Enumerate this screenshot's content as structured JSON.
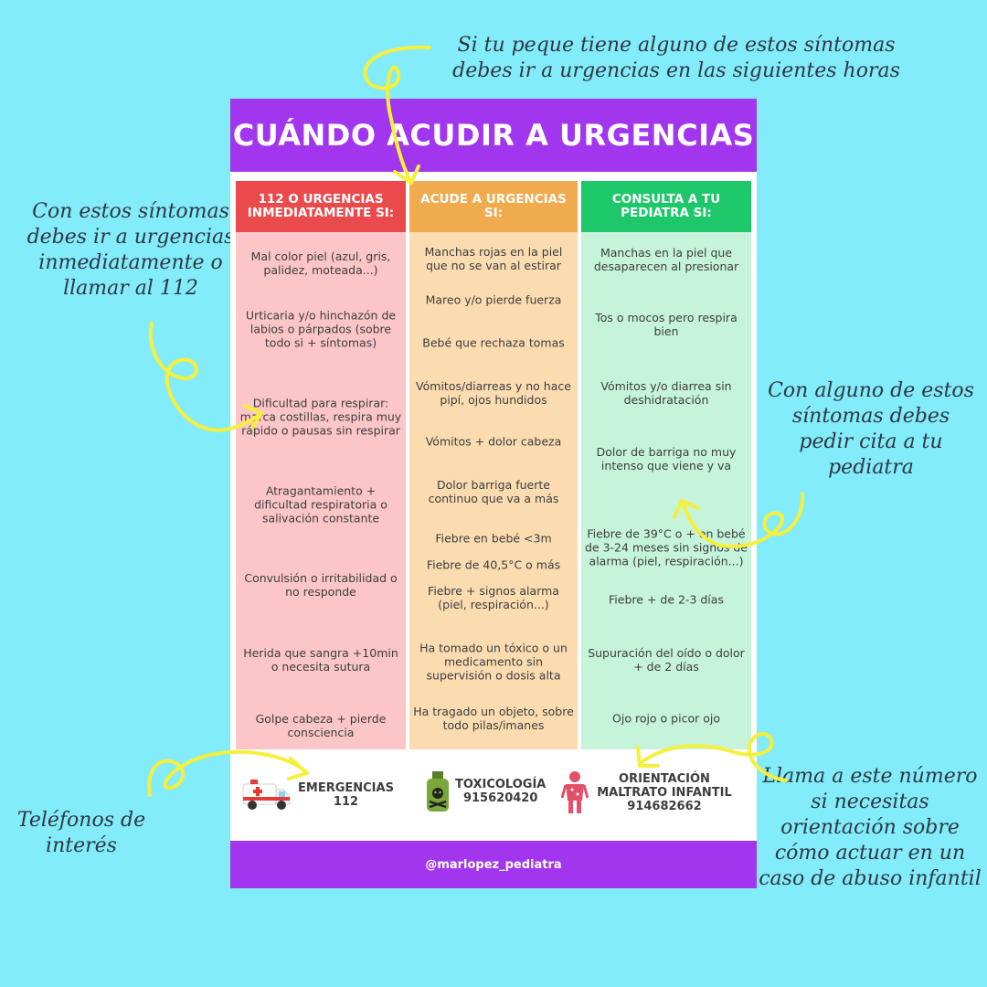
{
  "notes": {
    "top": "Si tu peque tiene alguno de estos síntomas debes ir a urgencias en las siguientes horas",
    "left": "Con estos síntomas debes ir a urgencias inmediatamente o llamar al 112",
    "right": "Con alguno de estos síntomas debes pedir cita a tu pediatra",
    "phones": "Teléfonos de interés",
    "abuse": "Llama a este número si necesitas orientación sobre cómo actuar en un caso de abuso infantil"
  },
  "title": "CUÁNDO ACUDIR A URGENCIAS",
  "columns": [
    {
      "header": "112 O URGENCIAS INMEDIATAMENTE SI:",
      "items": [
        "Mal color piel (azul, gris, palidez, moteada...)",
        "Urticaria y/o hinchazón de labios o párpados (sobre todo si + síntomas)",
        "Dificultad para respirar: marca costillas, respira muy rápido o pausas sin respirar",
        "Atragantamiento + dificultad respiratoria o salivación constante",
        "Convulsión o irritabilidad o no responde",
        "Herida que sangra +10min o necesita sutura",
        "Golpe cabeza + pierde consciencia"
      ]
    },
    {
      "header": "ACUDE A URGENCIAS SI:",
      "items": [
        "Manchas rojas en la piel que no se van al estirar",
        "Mareo y/o pierde fuerza",
        "Bebé que rechaza tomas",
        "Vómitos/diarreas y no hace pipí, ojos hundidos",
        "Vómitos + dolor cabeza",
        "Dolor barriga fuerte continuo que va a más",
        "Fiebre en bebé <3m",
        "Fiebre de 40,5°C o más",
        "Fiebre + signos alarma (piel, respiración...)",
        "Ha tomado un tóxico o un medicamento sin supervisión o dosis alta",
        "Ha tragado un objeto, sobre todo pilas/imanes"
      ]
    },
    {
      "header": "CONSULTA A TU PEDIATRA SI:",
      "items": [
        "Manchas en la piel que desaparecen al presionar",
        "Tos o mocos pero respira bien",
        "Vómitos y/o diarrea sin deshidratación",
        "Dolor de barriga no muy intenso que viene y va",
        "Fiebre de 39°C o + en bebé de 3-24 meses sin signos de alarma (piel, respiración...)",
        "Fiebre + de 2-3 días",
        "Supuración del oído o dolor + de 2 días",
        "Ojo rojo o picor ojo"
      ]
    }
  ],
  "phones": [
    {
      "label": "EMERGENCIAS",
      "number": "112",
      "icon": "ambulance-icon"
    },
    {
      "label": "TOXICOLOGÍA",
      "number": "915620420",
      "icon": "poison-bottle-icon"
    },
    {
      "label": "ORIENTACIÓN MALTRATO INFANTIL",
      "number": "914682662",
      "icon": "child-figure-icon"
    }
  ],
  "footer": "@marlopez_pediatra",
  "colors": {
    "background": "#82ecfb",
    "purple": "#a236ee",
    "red": "#ea4a4c",
    "orange": "#f0ab4f",
    "green": "#1ec76a",
    "arrow": "#f6f03c"
  }
}
